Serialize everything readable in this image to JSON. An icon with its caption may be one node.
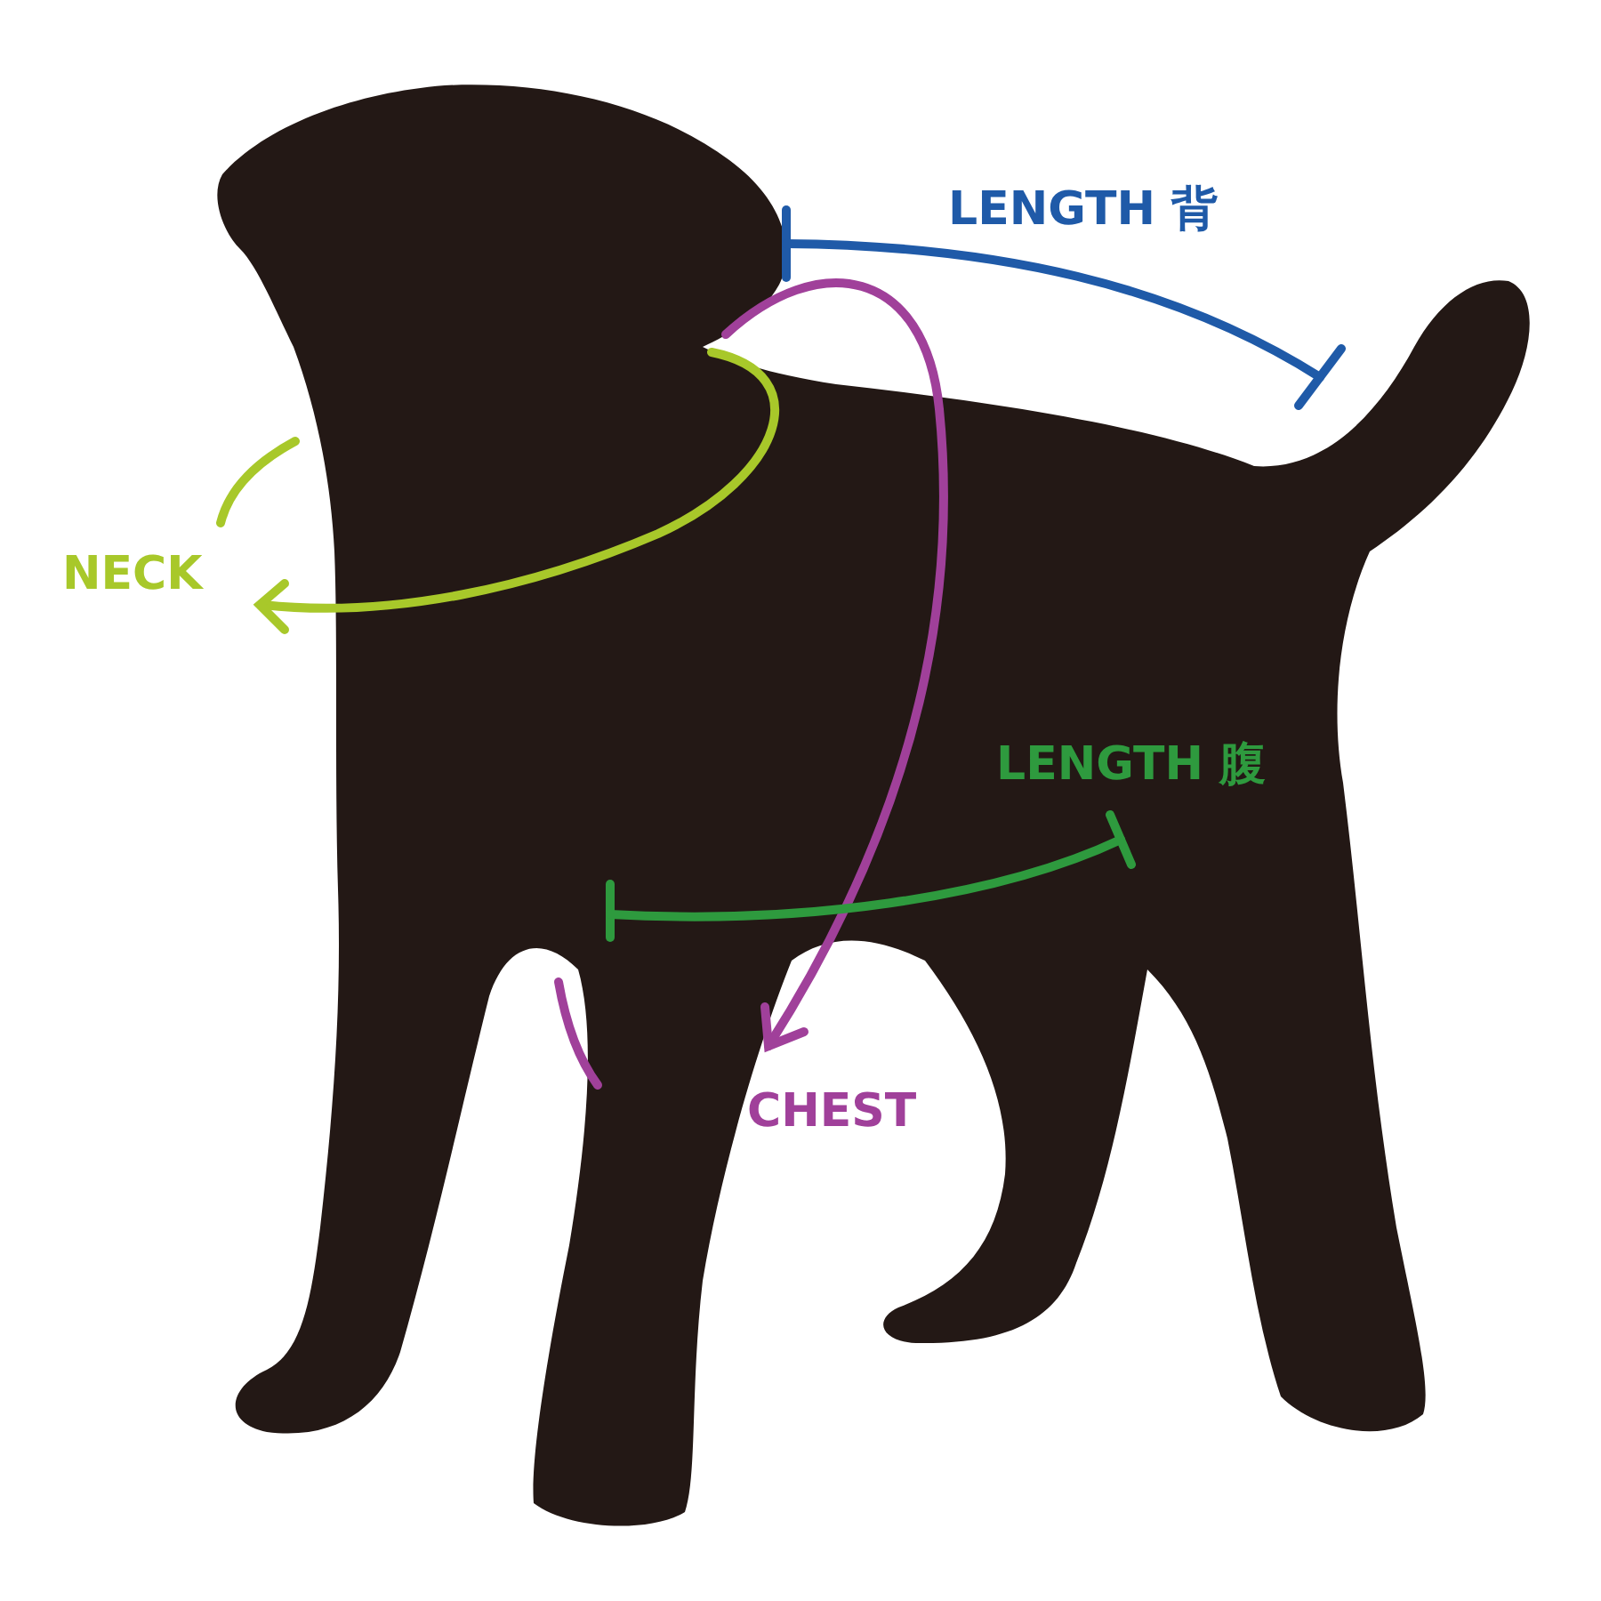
{
  "diagram": {
    "labels": [
      "LENGTH 背",
      "NECK",
      "LENGTH 腹",
      "CHEST"
    ]
  }
}
